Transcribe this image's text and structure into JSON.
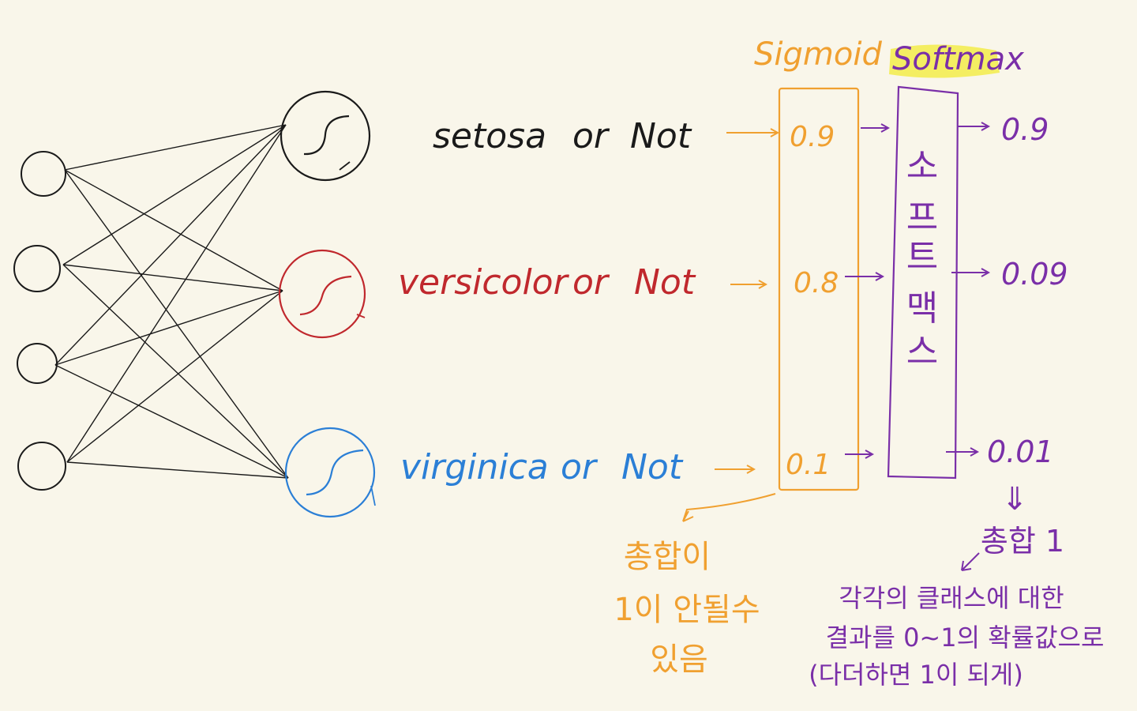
{
  "colors": {
    "background": "#f9f6ea",
    "ink": "#1a1a1a",
    "setosa": "#1a1a1a",
    "versicolor": "#c0282d",
    "virginica": "#2b7fd6",
    "sigmoid": "#f0a030",
    "softmax": "#7a2fa8",
    "highlight": "#f3ec4a"
  },
  "input_nodes": 4,
  "output_nodes": [
    {
      "id": "setosa",
      "class_label": "setosa",
      "or_label": "or",
      "not_label": "Not",
      "icon": "sigmoid-curve-icon"
    },
    {
      "id": "versicolor",
      "class_label": "versicolor",
      "or_label": "or",
      "not_label": "Not",
      "icon": "sigmoid-curve-icon"
    },
    {
      "id": "virginica",
      "class_label": "virginica",
      "or_label": "or",
      "not_label": "Not",
      "icon": "sigmoid-curve-icon"
    }
  ],
  "headers": {
    "sigmoid": "Sigmoid",
    "softmax": "Softmax"
  },
  "sigmoid_values": [
    "0.9",
    "0.8",
    "0.1"
  ],
  "softmax_box_label": [
    "소",
    "프",
    "트",
    "맥",
    "스"
  ],
  "softmax_values": [
    "0.9",
    "0.09",
    "0.01"
  ],
  "sigmoid_note": [
    "총합이",
    "1이 안될수",
    "있음"
  ],
  "softmax_note": {
    "total": "총합 1",
    "down_arrow": "⇓",
    "lines": [
      "각각의 클래스에 대한",
      "결과를 0~1의 확률값으로",
      "(다더하면 1이 되게)"
    ]
  }
}
